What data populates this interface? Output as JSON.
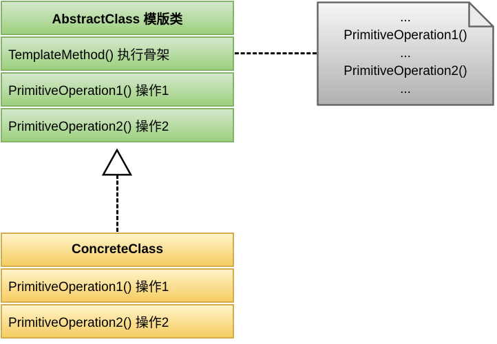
{
  "colors": {
    "canvas_bg": "#ffffff",
    "green_fill_top": "#d5e8cd",
    "green_fill_bottom": "#9dd07e",
    "green_border": "#82b366",
    "yellow_fill_top": "#fff3c8",
    "yellow_fill_bottom": "#f5cd62",
    "yellow_border": "#d2ab4a",
    "note_fill_top": "#f7f7f7",
    "note_fill_bottom": "#b0b0b0",
    "note_border": "#666666",
    "connector": "#000000",
    "text": "#000000"
  },
  "abstract_class": {
    "title": "AbstractClass 模版类",
    "rows": [
      "TemplateMethod() 执行骨架",
      "PrimitiveOperation1() 操作1",
      "PrimitiveOperation2() 操作2"
    ]
  },
  "concrete_class": {
    "title": "ConcreteClass",
    "rows": [
      "PrimitiveOperation1() 操作1",
      "PrimitiveOperation2() 操作2"
    ]
  },
  "note": {
    "lines": [
      "...",
      "PrimitiveOperation1()",
      "...",
      "PrimitiveOperation2()",
      "..."
    ]
  }
}
